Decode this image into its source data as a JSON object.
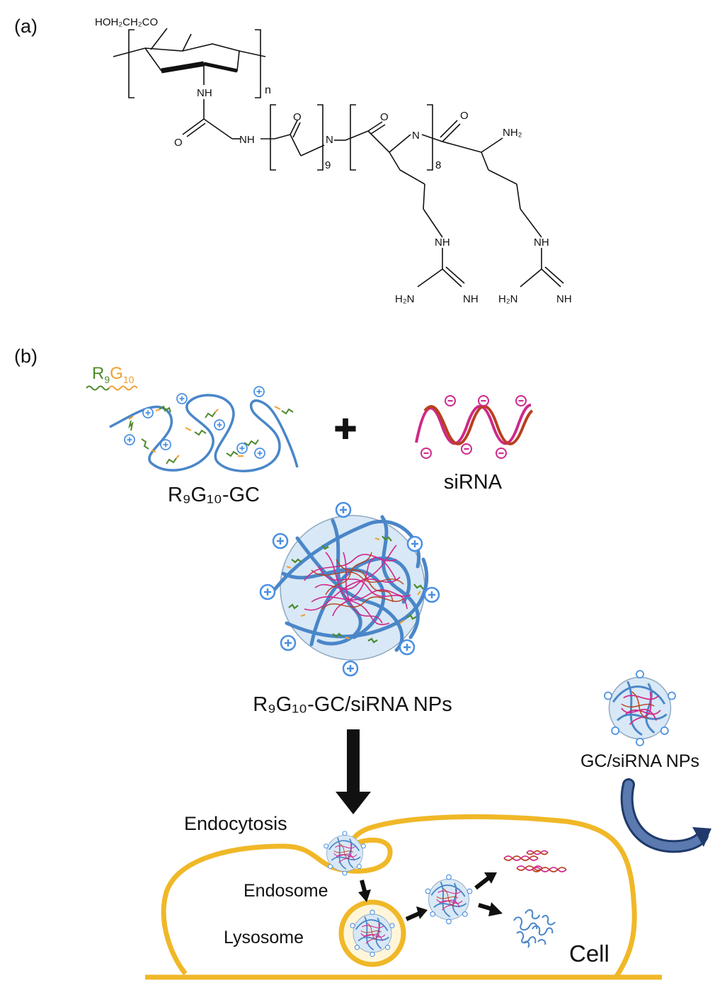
{
  "panel_a": {
    "label": "(a)",
    "atoms": {
      "substituent_top": "HOH₂CH₂CO",
      "repeat_n": "n",
      "nh_1": "NH",
      "o_1": "O",
      "nh_2": "NH",
      "o_2": "O",
      "repeat_9": "9",
      "n_1": "N",
      "o_3": "O",
      "n_2": "N",
      "repeat_8": "8",
      "o_4": "O",
      "nh2_top": "NH₂",
      "nh_guan_1": "NH",
      "h2n_1": "H₂N",
      "nh_end_1": "NH",
      "nh_guan_2": "NH",
      "h2n_2": "H₂N",
      "nh_end_2": "NH"
    }
  },
  "panel_b": {
    "label": "(b)",
    "peptide_label": {
      "r": "R",
      "r_sub": "9",
      "g": "G",
      "g_sub": "10"
    },
    "polymer_label": "R₉G₁₀-GC",
    "plus_sign": "✚",
    "sirna_label": "siRNA",
    "nanoparticle_label": "R₉G₁₀-GC/siRNA NPs",
    "control_np_label": "GC/siRNA NPs",
    "cell_labels": {
      "endocytosis": "Endocytosis",
      "endosome": "Endosome",
      "lysosome": "Lysosome",
      "cell": "Cell"
    }
  },
  "colors": {
    "polymer_blue": "#4a86c8",
    "peptide_green": "#4e8a2e",
    "peptide_orange": "#f0a030",
    "sirna_magenta": "#d0288a",
    "sirna_brown": "#b8401e",
    "cell_yellow": "#f0b828",
    "charge_blue": "#4a90e2",
    "arrow_navy": "#3d5a8a"
  }
}
